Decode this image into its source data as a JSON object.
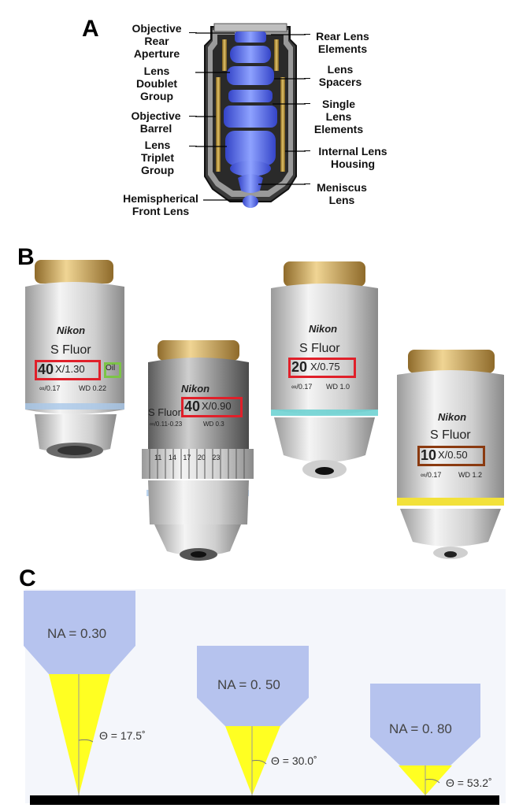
{
  "panels": {
    "a": {
      "letter": "A",
      "labels_left": [
        {
          "lines": [
            "Objective",
            "Rear",
            "Aperture"
          ]
        },
        {
          "lines": [
            "Lens",
            "Doublet",
            "Group"
          ]
        },
        {
          "lines": [
            "Objective",
            "Barrel"
          ]
        },
        {
          "lines": [
            "Lens",
            "Triplet",
            "Group"
          ]
        },
        {
          "lines": [
            "Hemispherical",
            "Front Lens"
          ]
        }
      ],
      "labels_right": [
        {
          "lines": [
            "Rear Lens",
            "Elements"
          ]
        },
        {
          "lines": [
            "Lens",
            "Spacers"
          ]
        },
        {
          "lines": [
            "Single",
            "Lens",
            "Elements"
          ]
        },
        {
          "lines": [
            "Internal Lens",
            "Housing"
          ]
        },
        {
          "lines": [
            "Meniscus",
            "Lens"
          ]
        }
      ]
    },
    "b": {
      "letter": "B",
      "objectives": [
        {
          "brand": "Nikon",
          "model": "S Fluor",
          "mag": "40",
          "x_na": "X/1.30",
          "sub": "∞/0.17",
          "wd": "WD 0.22",
          "extra": "Oil",
          "highlight": "#e0202a",
          "band": "#a9c8ea"
        },
        {
          "brand": "Nikon",
          "model": "S Fluor",
          "mag": "40",
          "x_na": "X/0.90",
          "sub": "∞/0.11-0.23",
          "wd": "WD 0.3",
          "scale": "11 14 17 20 23",
          "highlight": "#e0202a",
          "band": "#a9c8ea"
        },
        {
          "brand": "Nikon",
          "model": "S Fluor",
          "mag": "20",
          "x_na": "X/0.75",
          "sub": "∞/0.17",
          "wd": "WD 1.0",
          "highlight": "#e0202a",
          "band": "#6fd3d3"
        },
        {
          "brand": "Nikon",
          "model": "S Fluor",
          "mag": "10",
          "x_na": "X/0.50",
          "sub": "∞/0.17",
          "wd": "WD 1.2",
          "highlight": "#8a3a10",
          "band": "#f2e13a"
        }
      ]
    },
    "c": {
      "letter": "C",
      "cones": [
        {
          "na_label": "NA = 0.30",
          "theta_label": "Θ = 17.5˚"
        },
        {
          "na_label": "NA = 0. 50",
          "theta_label": "Θ = 30.0˚"
        },
        {
          "na_label": "NA = 0. 80",
          "theta_label": "Θ = 53.2˚"
        }
      ],
      "colors": {
        "objective": "#b6c3ee",
        "cone": "#ffff22",
        "background": "#f4f6fb",
        "stage": "#000000"
      }
    }
  }
}
